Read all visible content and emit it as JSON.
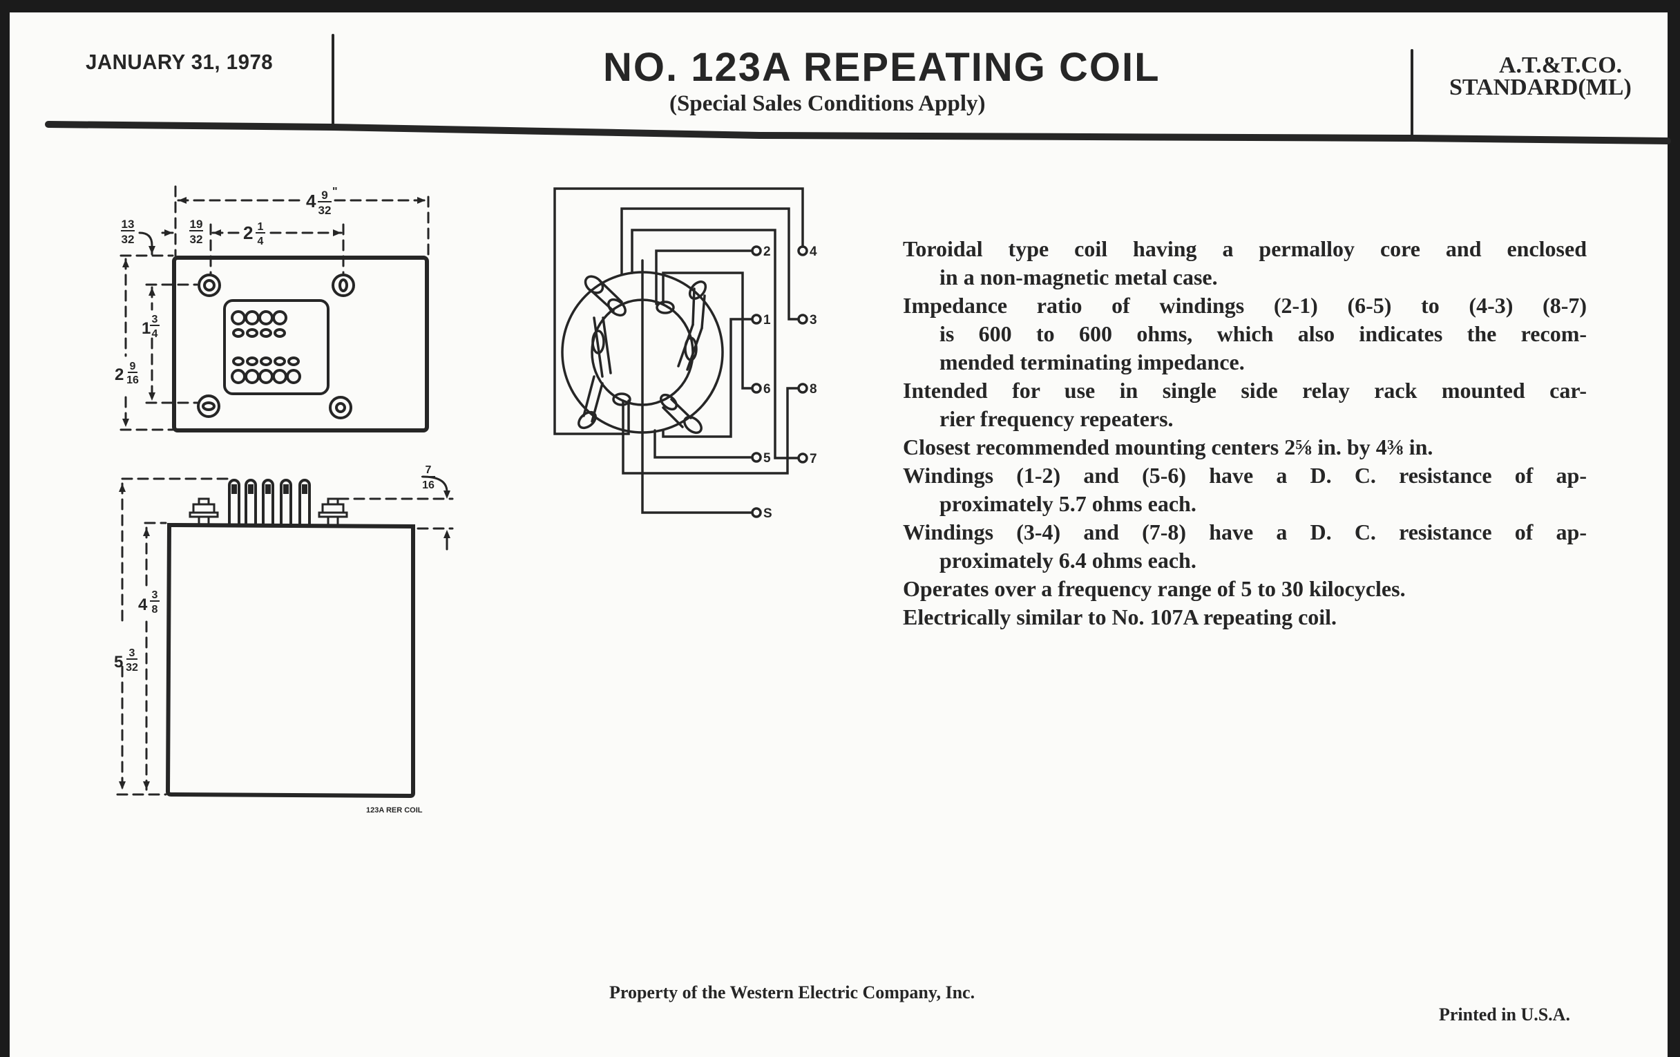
{
  "header": {
    "date": "JANUARY 31, 1978",
    "title": "NO. 123A REPEATING COIL",
    "subtitle": "(Special Sales Conditions Apply)",
    "standard_line1": "A.T.&T.CO.",
    "standard_line2": "STANDARD(ML)"
  },
  "top_view": {
    "width_whole": "4",
    "width_num": "9",
    "width_den": "32",
    "offset_top_num": "13",
    "offset_top_den": "32",
    "offset_left_num": "19",
    "offset_left_den": "32",
    "hole_span_whole": "2",
    "hole_span_num": "1",
    "hole_span_den": "4",
    "hole_vspan_whole": "1",
    "hole_vspan_num": "3",
    "hole_vspan_den": "4",
    "height_whole": "2",
    "height_num": "9",
    "height_den": "16",
    "inch_mark": "\""
  },
  "side_view": {
    "total_whole": "5",
    "total_num": "3",
    "total_den": "32",
    "body_whole": "4",
    "body_num": "3",
    "body_den": "8",
    "terminal_num": "7",
    "terminal_den": "16",
    "caption": "123A RER COIL"
  },
  "schematic": {
    "terminals": [
      "2",
      "4",
      "1",
      "3",
      "6",
      "8",
      "5",
      "7",
      "S"
    ]
  },
  "description": [
    [
      "Toroidal type coil having a permalloy core and enclosed",
      "in a non-magnetic metal case."
    ],
    [
      "Impedance ratio of windings (2-1) (6-5) to (4-3) (8-7)",
      "is 600 to 600 ohms, which also indicates the recom-",
      "mended terminating impedance."
    ],
    [
      "Intended for use in single side relay rack mounted car-",
      "rier frequency repeaters."
    ],
    [
      "Closest recommended mounting centers 2⅝ in. by 4⅜ in."
    ],
    [
      "Windings (1-2) and (5-6) have a D. C. resistance of ap-",
      "proximately 5.7 ohms each."
    ],
    [
      "Windings (3-4) and (7-8) have a D. C. resistance of ap-",
      "proximately 6.4 ohms each."
    ],
    [
      "Operates over a frequency range of 5 to 30 kilocycles."
    ],
    [
      "Electrically similar to No. 107A repeating coil."
    ]
  ],
  "footer": {
    "property": "Property of the Western Electric Company, Inc.",
    "printed": "Printed in U.S.A."
  }
}
